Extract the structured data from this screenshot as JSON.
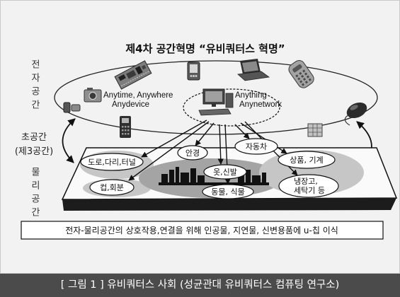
{
  "title": "제4차 공간혁명 “유비쿼터스 혁명”",
  "side_labels": {
    "electronic_space": "전자공간",
    "hyperspace": "초공간",
    "third_space": "(제3공간)",
    "physical_space": "물리공간"
  },
  "electronic_space": {
    "keywords": {
      "anytime_anywhere": "Anytime, Anywhere",
      "anydevice": "Anydevice",
      "anything": "Anything",
      "anynetwork": "Anynetwork"
    },
    "device_icons": [
      "circuit-board-icon",
      "pda-icon",
      "laptop-icon",
      "telephone-icon",
      "computer-mouse-icon",
      "digital-camera-icon",
      "mobile-phone-icon",
      "card-terminal-icon",
      "network-device-icon"
    ],
    "hub_icon": "desktop-computer-icon"
  },
  "physical_space": {
    "objects": {
      "roads": "도로,다리,터널",
      "cups": "컵,회분",
      "glasses": "안경",
      "clothes": "옷,신발",
      "animals": "동물, 식물",
      "cars": "자동차",
      "goods": "상품, 기계",
      "appliances": [
        "냉장고,",
        "세탁기 등"
      ]
    }
  },
  "statement": "전자-물리공간의 상호작용,연결을 위해 인공물, 지연물, 신변용품에 u-칩 이식",
  "caption": "[ 그림 1 ] 유비쿼터스 사회 (성균관대 유비쿼터스 컴퓨팅 연구소)",
  "colors": {
    "background": "#f2f2f2",
    "caption_bar": "#4b4b4b",
    "caption_text": "#ffffff",
    "cloud_light": "#c6c6c6",
    "cloud_dark": "#a4a4a4",
    "platform_front": "#1c1c1c",
    "ink": "#111111"
  }
}
